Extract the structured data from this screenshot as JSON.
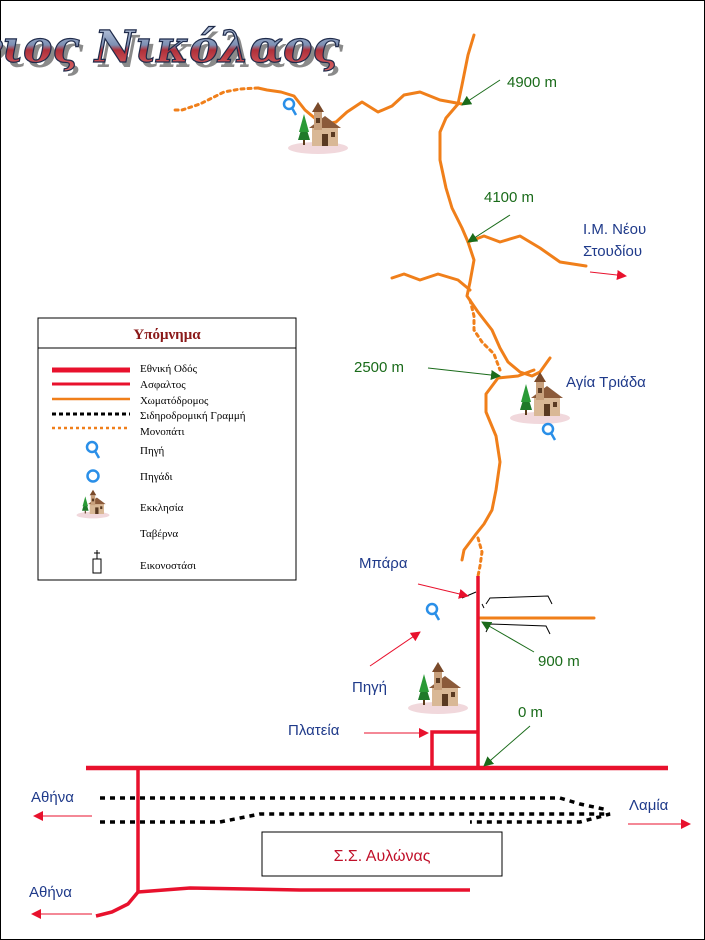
{
  "title": "Άγιος Νικόλαος",
  "colors": {
    "highway": "#e8112d",
    "asphalt": "#e8112d",
    "dirt_road": "#f07f1a",
    "path": "#f07f1a",
    "rail": "#000000",
    "marker_green": "#1a6b1a",
    "label_blue": "#1f3a8a",
    "spring": "#2a8fe8"
  },
  "labels": {
    "m4900": "4900 m",
    "m4100": "4100 m",
    "m2500": "2500 m",
    "m900": "900 m",
    "m0": "0 m",
    "monastery_line1": "Ι.Μ. Νέου",
    "monastery_line2": "Στουδίου",
    "agia_triada": "Αγία Τριάδα",
    "mpara": "Μπάρα",
    "pigi": "Πηγή",
    "plateia": "Πλατεία",
    "athina_top": "Αθήνα",
    "athina_bottom": "Αθήνα",
    "lamia": "Λαμία",
    "station": "Σ.Σ. Αυλώνας"
  },
  "legend": {
    "title": "Υπόμνημα",
    "items": [
      {
        "label": "Εθνική Οδός",
        "icon": "highway-line"
      },
      {
        "label": "Ασφαλτος",
        "icon": "asphalt-line"
      },
      {
        "label": "Χωματόδρομος",
        "icon": "dirt-road-line"
      },
      {
        "label": "Σιδηροδρομική Γραμμή",
        "icon": "railway-line"
      },
      {
        "label": "Μονοπάτι",
        "icon": "path-line"
      },
      {
        "label": "Πηγή",
        "icon": "spring-icon"
      },
      {
        "label": "Πηγάδι",
        "icon": "well-icon"
      },
      {
        "label": "Εκκλησία",
        "icon": "church-icon"
      },
      {
        "label": "Ταβέρνα",
        "icon": "tavern-icon"
      },
      {
        "label": "Εικονοστάσι",
        "icon": "shrine-icon"
      }
    ]
  }
}
